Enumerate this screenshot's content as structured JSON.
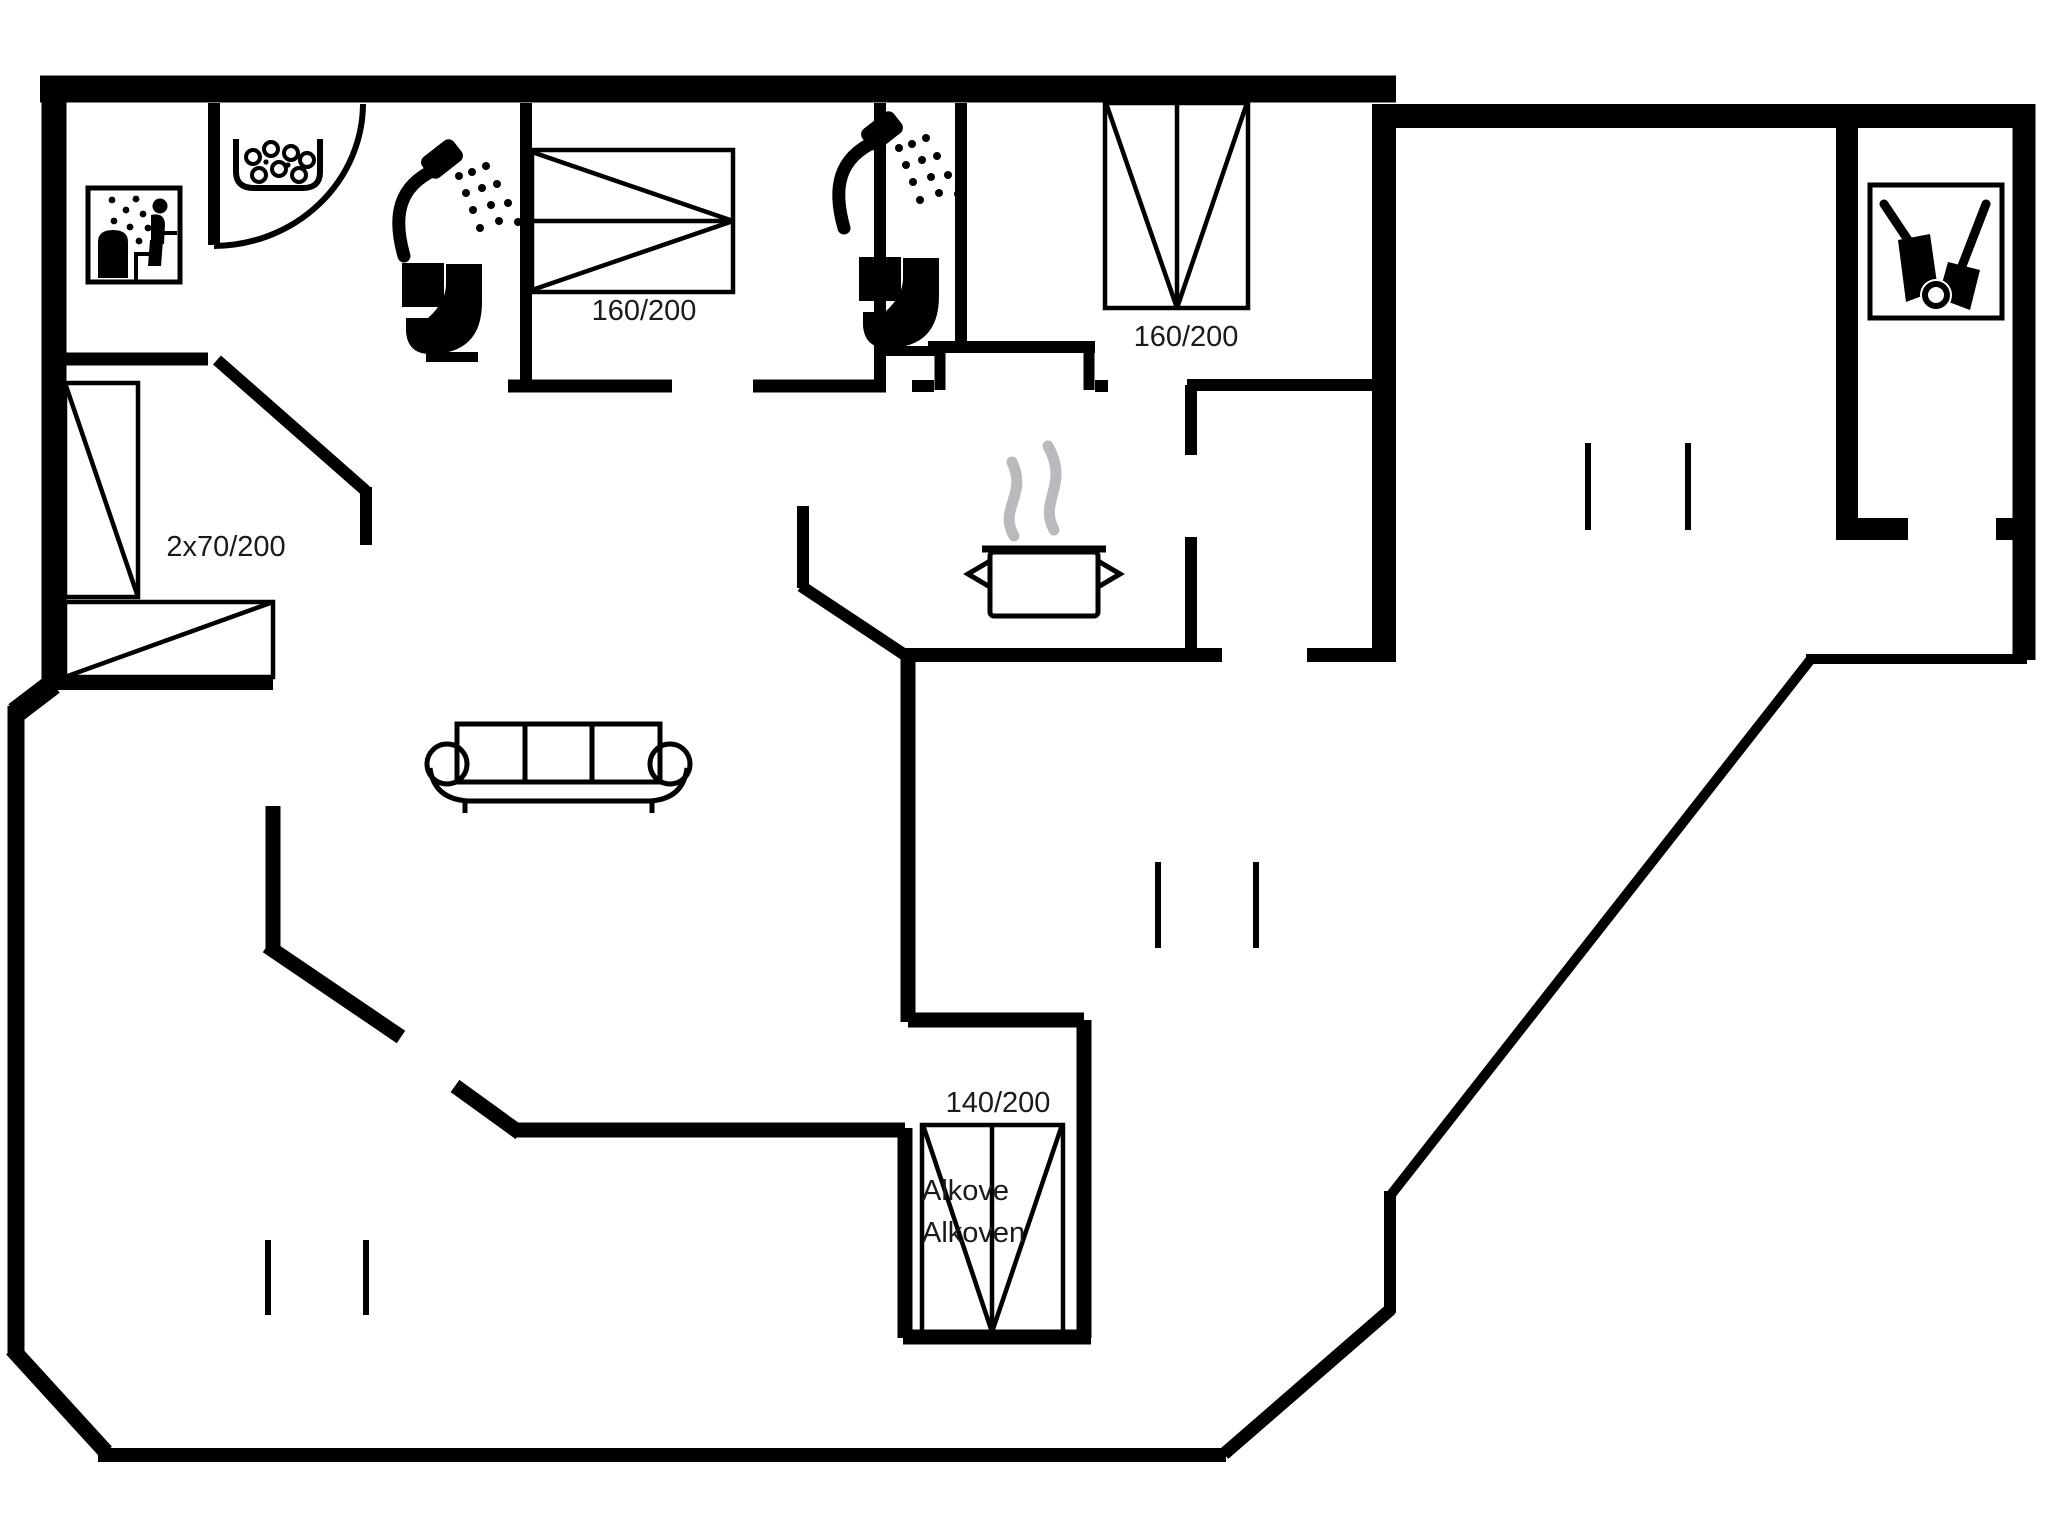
{
  "plan": {
    "type": "floor-plan",
    "colors": {
      "wall": "#000000",
      "text": "#1a1a1a",
      "steam": "#b9b9be",
      "background": "#ffffff"
    },
    "labels": {
      "bedroom1_bed": "160/200",
      "bedroom2_bed": "160/200",
      "bedroom3_beds": "2x70/200",
      "alcove_size": "140/200",
      "alcove_line1": "Alkove",
      "alcove_line2": "Alkoven"
    },
    "icons": [
      "sauna-icon",
      "sauna-stones-icon",
      "shower-icon",
      "toilet-icon",
      "cooking-pot-icon",
      "steam-icon",
      "sofa-icon",
      "bed-icon",
      "alcove-bed-icon",
      "cleaning-tools-icon",
      "door-arc-icon",
      "passage-mark-icon"
    ]
  }
}
